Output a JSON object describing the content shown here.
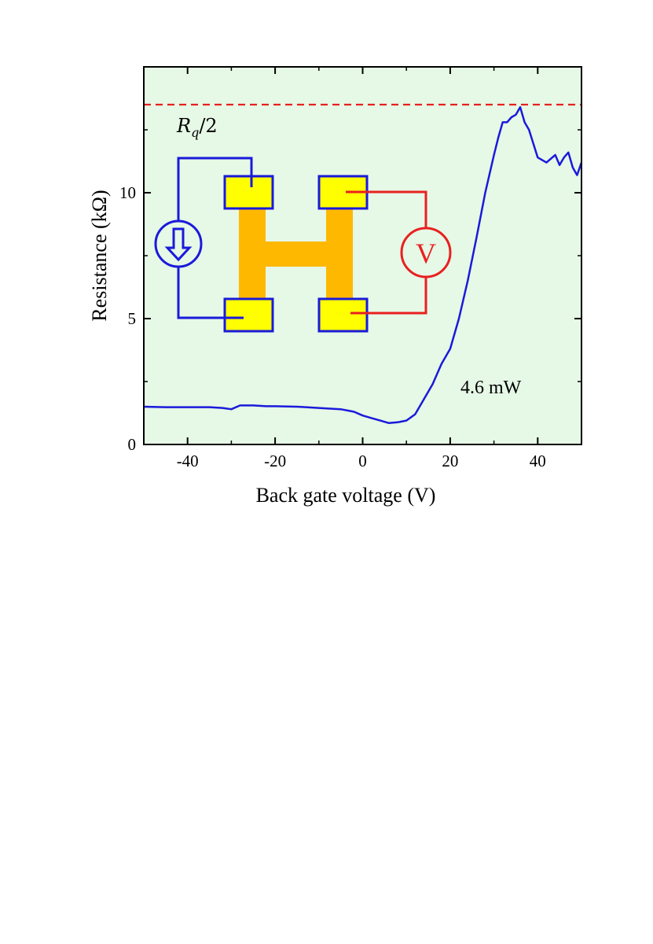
{
  "chart_data": {
    "type": "line",
    "xlabel": "Back gate voltage (V)",
    "ylabel": "Resistance (kΩ)",
    "xlim": [
      -50,
      50
    ],
    "ylim": [
      0,
      15
    ],
    "xticks": [
      -40,
      -20,
      0,
      20,
      40
    ],
    "xtick_labels": [
      "-40",
      "-20",
      "0",
      "20",
      "40"
    ],
    "yticks": [
      0,
      5,
      10
    ],
    "ytick_labels": [
      "0",
      "5",
      "10"
    ],
    "grid": false,
    "background_color": "#e6f8e6",
    "series": [
      {
        "color": "#1a1adb",
        "x": [
          -50,
          -45,
          -40,
          -35,
          -32,
          -30,
          -28,
          -25,
          -22,
          -20,
          -15,
          -10,
          -5,
          -2,
          0,
          2,
          4,
          6,
          8,
          10,
          12,
          14,
          16,
          18,
          20,
          22,
          24,
          26,
          28,
          30,
          31,
          32,
          33,
          34,
          35,
          36,
          37,
          38,
          40,
          42,
          44,
          45,
          46,
          47,
          48,
          49,
          50
        ],
        "y": [
          1.5,
          1.48,
          1.48,
          1.48,
          1.45,
          1.4,
          1.55,
          1.55,
          1.52,
          1.52,
          1.5,
          1.45,
          1.4,
          1.3,
          1.15,
          1.05,
          0.95,
          0.85,
          0.88,
          0.95,
          1.2,
          1.8,
          2.4,
          3.2,
          3.8,
          5.0,
          6.5,
          8.2,
          10.0,
          11.5,
          12.2,
          12.8,
          12.8,
          13.0,
          13.1,
          13.4,
          12.8,
          12.5,
          11.4,
          11.2,
          11.5,
          11.1,
          11.4,
          11.6,
          11.0,
          10.7,
          11.2
        ]
      },
      {
        "color": "#e82020",
        "style": "dashed",
        "x": [
          -50,
          50
        ],
        "y": [
          13.5,
          13.5
        ]
      }
    ],
    "annotations": [
      {
        "text": "4.6 mW"
      }
    ],
    "rq_label": {
      "base": "R",
      "sub": "q",
      "rest": "/2"
    },
    "inset": {
      "voltmeter_label": "V",
      "colors": {
        "current_source": "#1a1adb",
        "voltmeter": "#e82020",
        "sample": "#ffb800",
        "contacts": "#ffff00"
      }
    }
  }
}
